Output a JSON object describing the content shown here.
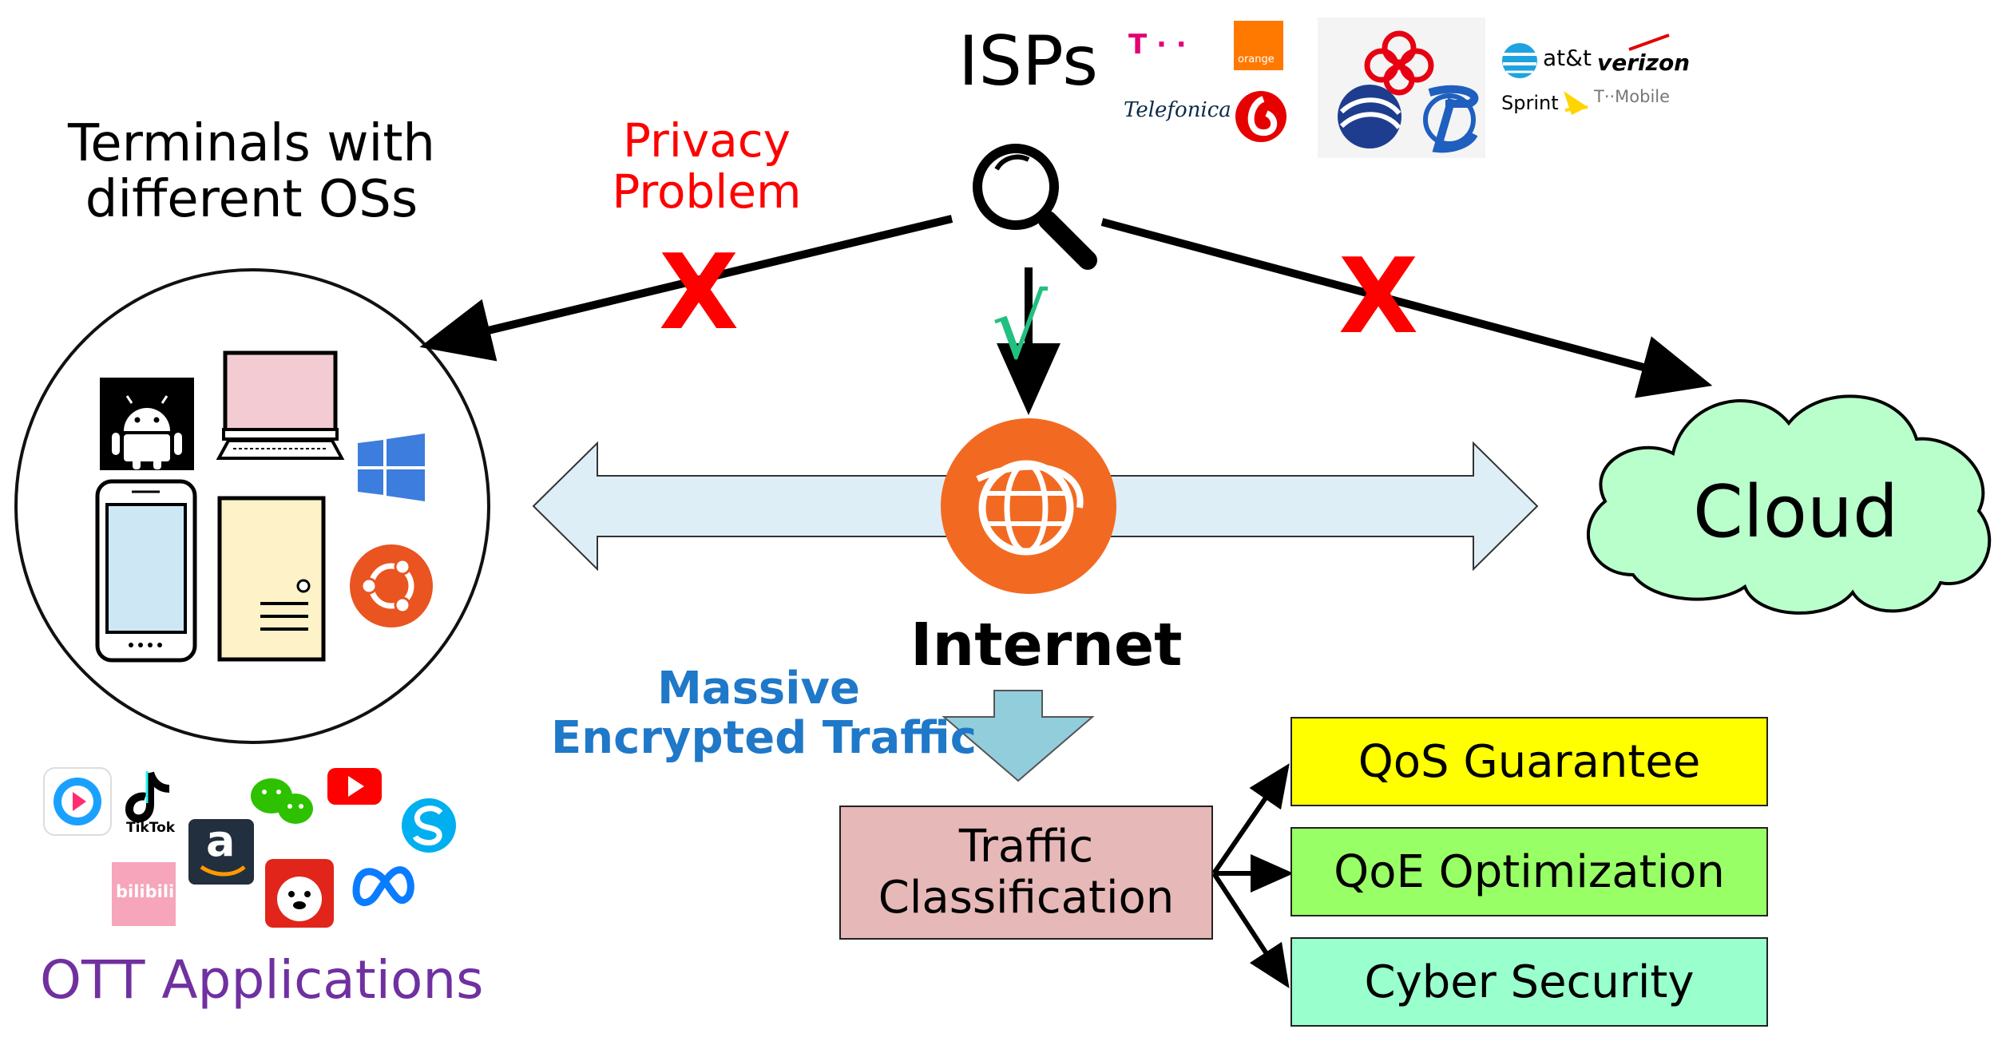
{
  "isps": {
    "title": "ISPs",
    "logos": {
      "telekom": "T · ·",
      "orange": "orange",
      "telefonica": "Telefonica",
      "att": "at&t",
      "verizon": "verizon",
      "sprint": "Sprint",
      "tmobile": "T··Mobile"
    }
  },
  "terminals": {
    "title_line1": "Terminals with",
    "title_line2": "different OSs"
  },
  "privacy": {
    "line1": "Privacy",
    "line2": "Problem",
    "cross": "X",
    "check": "√"
  },
  "internet": {
    "label": "Internet"
  },
  "cloud": {
    "label": "Cloud"
  },
  "traffic": {
    "line1": "Massive",
    "line2": "Encrypted Traffic"
  },
  "classification": {
    "line1": "Traffic",
    "line2": "Classification"
  },
  "outcomes": [
    {
      "label": "QoS Guarantee",
      "color": "#ffff00"
    },
    {
      "label": "QoE Optimization",
      "color": "#99ff66"
    },
    {
      "label": "Cyber Security",
      "color": "#99ffcc"
    }
  ],
  "apps": {
    "title": "OTT Applications",
    "tiktok": "TikTok",
    "amazon": "a",
    "bilibili": "bilibili"
  },
  "colors": {
    "red": "#ff0000",
    "check_green": "#22c080",
    "blue_text": "#1f78c8",
    "purple": "#7030a0",
    "arrow_fill": "#deeef6",
    "internet_orange": "#f26a22",
    "cloud_fill": "#b8ffcc",
    "classification_fill": "#e6b8b7"
  }
}
